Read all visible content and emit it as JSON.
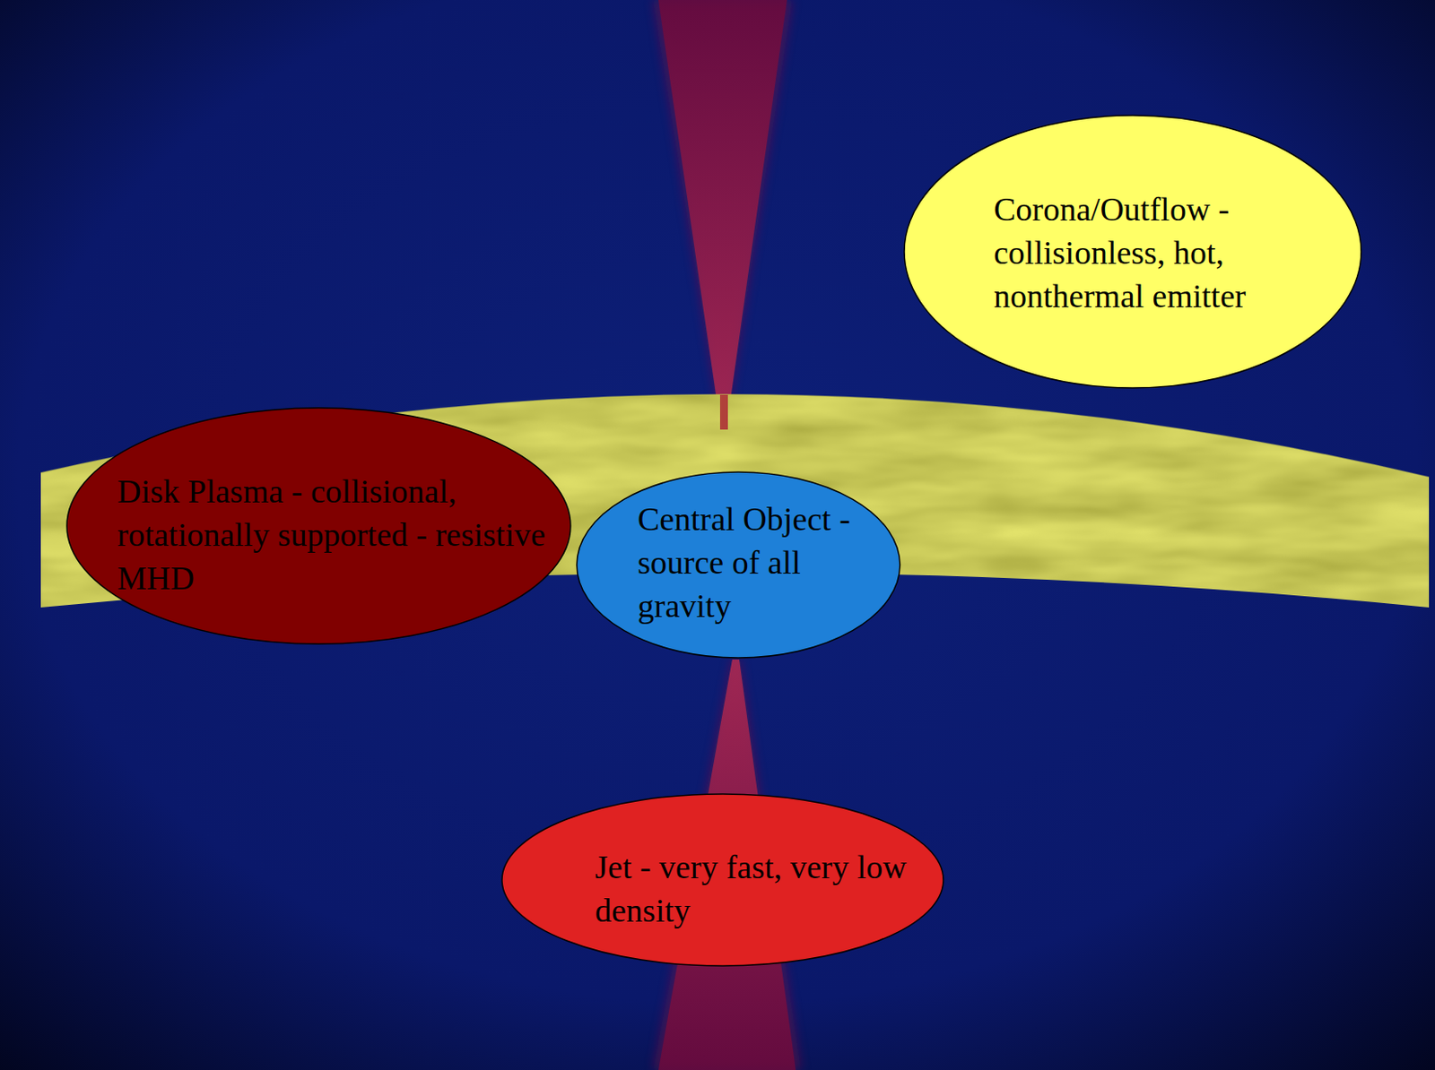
{
  "diagram": {
    "nodes": [
      {
        "text": [
          "Corona/Outflow - collisionless, hot, nonthermal emitter"
        ]
      },
      {
        "text": [
          "Disk Plasma - collisional, rotationally supported - resistive MHD"
        ]
      },
      {
        "text": [
          "Central Object - source of all gravity"
        ]
      },
      {
        "text": [
          "Jet - very fast, very low density"
        ]
      }
    ]
  }
}
